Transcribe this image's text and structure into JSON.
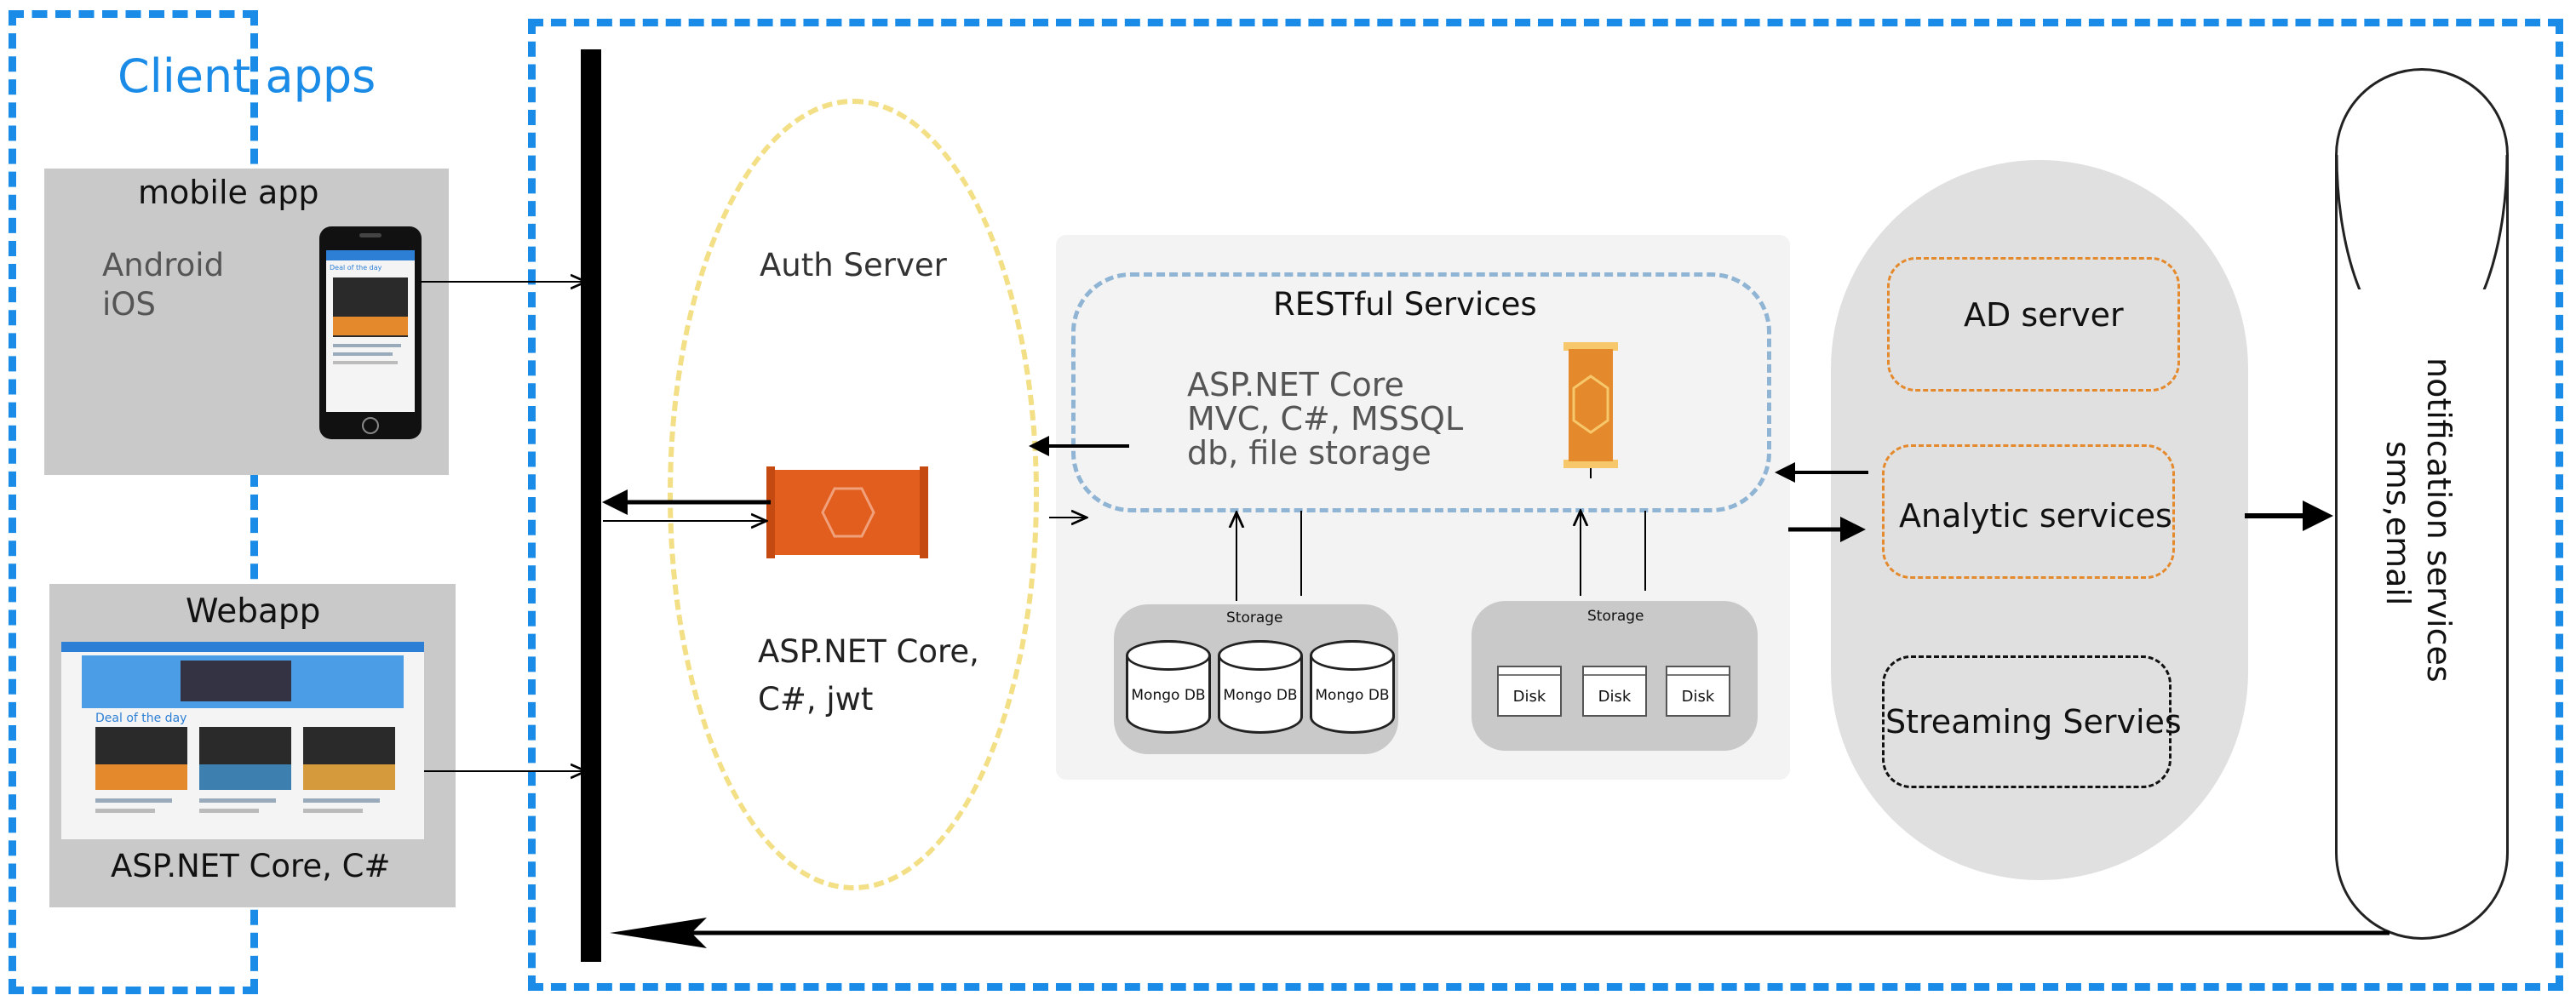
{
  "client_apps": {
    "title": "Client apps",
    "mobile": {
      "title": "mobile app",
      "platforms": [
        "Android",
        "iOS"
      ],
      "screen_title": "Deal of the day"
    },
    "webapp": {
      "title": "Webapp",
      "stack": "ASP.NET Core, C#",
      "screen_title": "Deal of the day"
    }
  },
  "auth_server": {
    "title": "Auth Server",
    "stack_line1": "ASP.NET Core,",
    "stack_line2": "C#, jwt"
  },
  "restful": {
    "title": "RESTful Services",
    "desc_line1": "ASP.NET Core",
    "desc_line2": "MVC, C#, MSSQL",
    "desc_line3": "db, file storage",
    "storage_left": {
      "title": "Storage",
      "items": [
        "Mongo DB",
        "Mongo DB",
        "Mongo DB"
      ]
    },
    "storage_right": {
      "title": "Storage",
      "items": [
        "Disk",
        "Disk",
        "Disk"
      ]
    }
  },
  "services": {
    "items": [
      "AD server",
      "Analytic services",
      "Streaming Servies"
    ]
  },
  "notification": {
    "line1": "notification services",
    "line2": "sms,email"
  },
  "colors": {
    "frame_blue": "#1a8ce8",
    "title_blue": "#1a8ce8",
    "auth_yellow": "#f3df86",
    "rest_blue": "#8fb4d4",
    "orange": "#e58a2c",
    "gateway_orange": "#e25e1e"
  }
}
